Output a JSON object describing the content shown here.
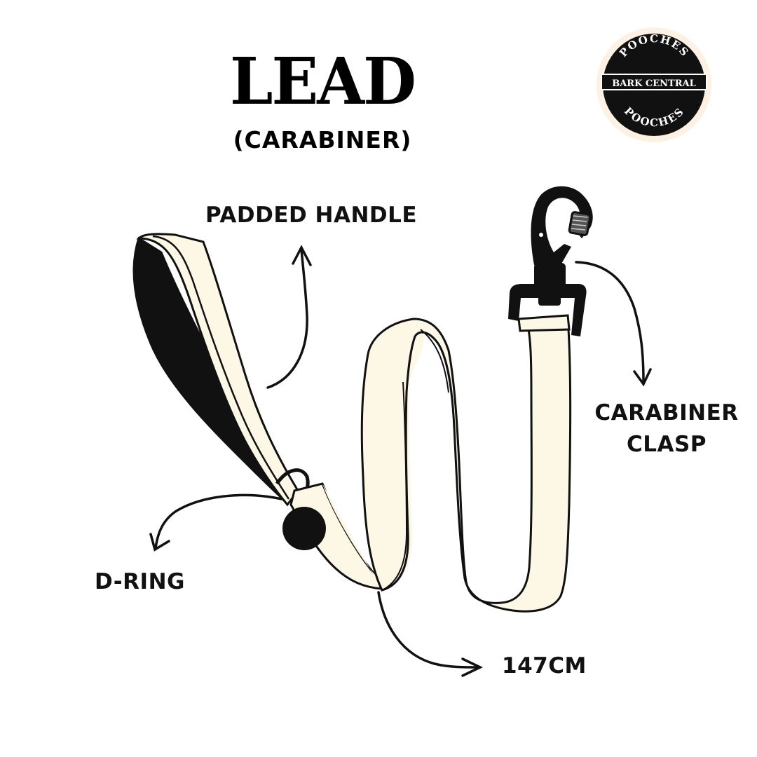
{
  "header": {
    "title": "LEAD",
    "subtitle": "(CARABINER)"
  },
  "logo": {
    "center_text": "BARK CENTRAL",
    "arc_text_top": "POOCHES",
    "arc_text_bottom": "POOCHES"
  },
  "callouts": {
    "padded_handle": "PADDED HANDLE",
    "carabiner_clasp": "CARABINER\nCLASP",
    "d_ring": "D-RING",
    "length": "147CM"
  },
  "colors": {
    "strap_fill": "#fdf7e6",
    "outline": "#111111",
    "hardware": "#111111",
    "background": "#ffffff"
  }
}
